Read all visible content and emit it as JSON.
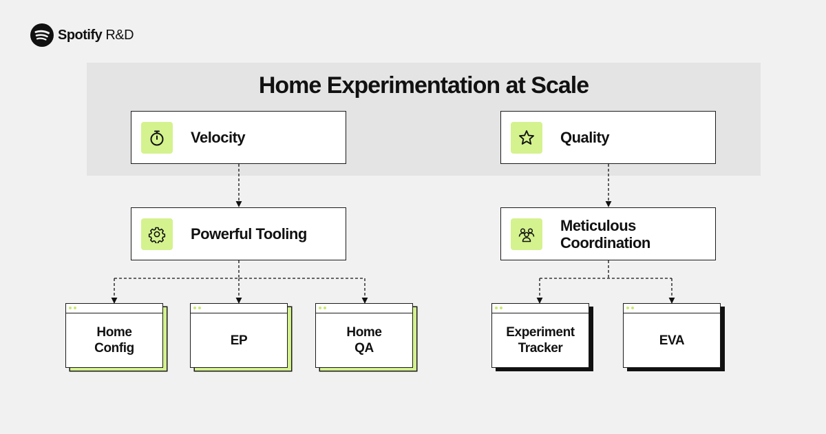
{
  "brand": {
    "name": "Spotify",
    "suffix": "R&D",
    "icon": "spotify-logo-icon"
  },
  "diagram": {
    "title": "Home Experimentation at Scale",
    "pillars": [
      {
        "label": "Velocity",
        "icon": "stopwatch-icon"
      },
      {
        "label": "Quality",
        "icon": "star-icon"
      }
    ],
    "capabilities": [
      {
        "label": "Powerful Tooling",
        "icon": "gear-icon"
      },
      {
        "label": "Meticulous Coordination",
        "icon": "people-icon"
      }
    ],
    "tools": [
      {
        "label": "Home Config",
        "parent": "Powerful Tooling"
      },
      {
        "label": "EP",
        "parent": "Powerful Tooling"
      },
      {
        "label": "Home QA",
        "parent": "Powerful Tooling"
      },
      {
        "label": "Experiment Tracker",
        "parent": "Meticulous Coordination"
      },
      {
        "label": "EVA",
        "parent": "Meticulous Coordination"
      }
    ]
  },
  "colors": {
    "background": "#f1f1f1",
    "band": "#e4e4e4",
    "accent": "#d4f28e",
    "ink": "#111111"
  }
}
